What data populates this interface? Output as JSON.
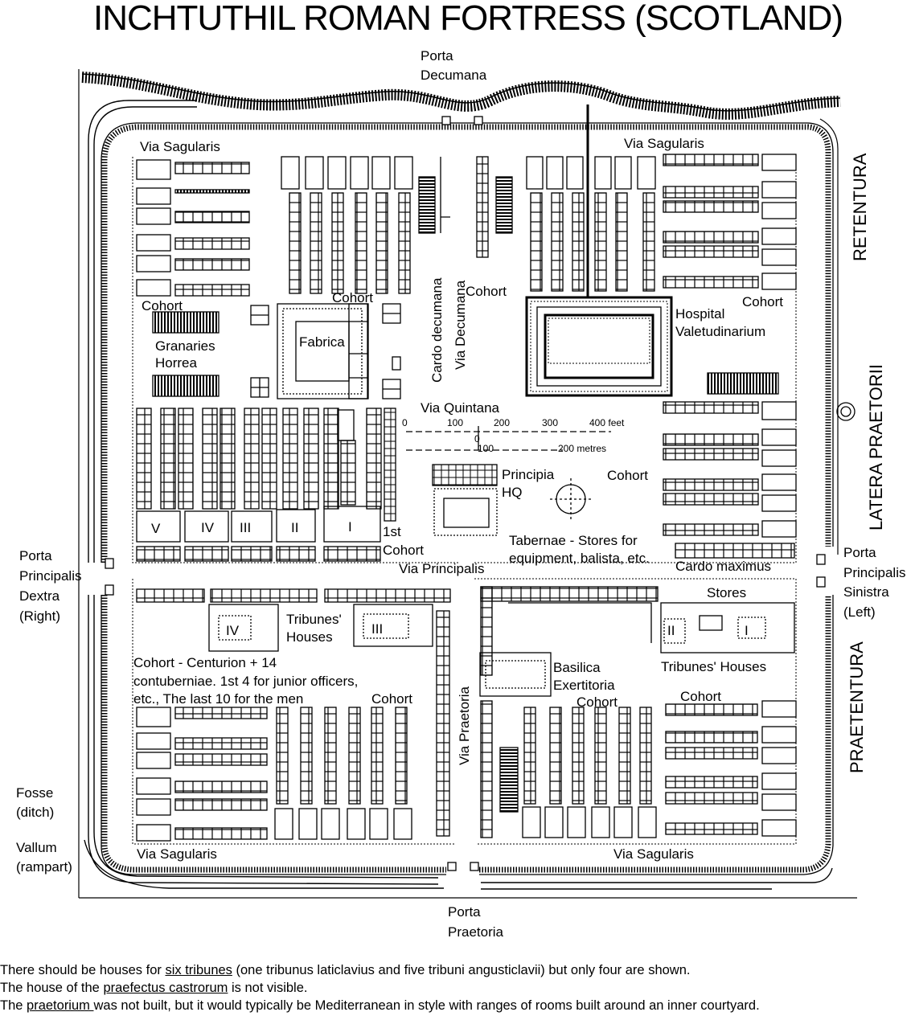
{
  "title": "INCHTUTHIL ROMAN FORTRESS (SCOTLAND)",
  "gates": {
    "decumana": [
      "Porta",
      "Decumana"
    ],
    "praetoria": [
      "Porta",
      "Praetoria"
    ],
    "dextra": [
      "Porta",
      "Principalis",
      "Dextra",
      "(Right)"
    ],
    "sinistra": [
      "Porta",
      "Principalis",
      "Sinistra",
      "(Left)"
    ]
  },
  "outer": {
    "retentura": "RETENTURA",
    "latera": "LATERA PRAETORII",
    "praetentura": "PRAETENTURA",
    "fosse": [
      "Fosse",
      "(ditch)"
    ],
    "vallum": [
      "Vallum",
      "(rampart)"
    ]
  },
  "labels": {
    "via_sagularis": "Via Sagularis",
    "cohort": "Cohort",
    "granaries": [
      "Granaries",
      "Horrea"
    ],
    "fabrica": "Fabrica",
    "cardo_decumana": "Cardo decumana",
    "via_decumana": "Via Decumana",
    "hospital": [
      "Hospital",
      "Valetudinarium"
    ],
    "via_quintana": "Via Quintana",
    "principia": [
      "Principia",
      "HQ"
    ],
    "first_cohort": [
      "1st",
      "Cohort"
    ],
    "tabernae": [
      "Tabernae - Stores for",
      "equipment, balista, etc."
    ],
    "via_principalis": "Via Principalis",
    "cardo_maximus": "Cardo maximus",
    "stores": "Stores",
    "tribunes_houses": [
      "Tribunes'",
      "Houses"
    ],
    "tribunes_houses_right": "Tribunes' Houses",
    "cohort_note": [
      "Cohort - Centurion + 14",
      "contuberniae. 1st 4 for junior officers,",
      "etc., The last 10 for the men"
    ],
    "basilica": [
      "Basilica",
      "Exertitoria"
    ],
    "via_praetoria": "Via Praetoria",
    "roman": [
      "V",
      "IV",
      "III",
      "II",
      "I"
    ],
    "roman2": [
      "IV",
      "III",
      "II",
      "I"
    ]
  },
  "scale": {
    "feet": [
      "0",
      "100",
      "200",
      "300",
      "400 feet"
    ],
    "meters": [
      "0",
      "100",
      "200 metres"
    ]
  },
  "notes": {
    "n1_pre": "There should be houses for ",
    "n1_link": "six tribunes",
    "n1_post": " (one tribunus laticlavius and five tribuni angusticlavii) but only four are shown.",
    "n2_pre": "The house of the ",
    "n2_link": "praefectus castrorum",
    "n2_post": " is not visible.",
    "n3_pre": "The ",
    "n3_link": "praetorium ",
    "n3_post": "was not built, but it would typically be Mediterranean in style with ranges of rooms built around an inner courtyard."
  }
}
